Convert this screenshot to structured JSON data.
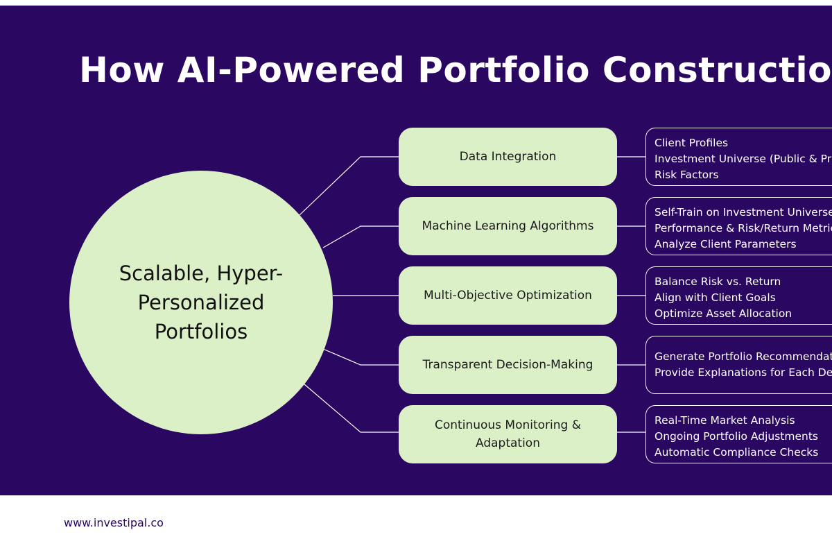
{
  "title": "How AI-Powered Portfolio Construction Works",
  "hub": {
    "label": "Scalable, Hyper-Personalized Portfolios"
  },
  "stages": [
    {
      "label": "Data Integration",
      "details": [
        "Client Profiles",
        "Investment Universe (Public & Private)",
        "Risk Factors"
      ]
    },
    {
      "label": "Machine Learning Algorithms",
      "details": [
        "Self-Train on Investment Universe",
        "Performance & Risk/Return Metrics",
        "Analyze Client Parameters"
      ]
    },
    {
      "label": "Multi-Objective Optimization",
      "details": [
        "Balance Risk vs. Return",
        "Align with Client Goals",
        "Optimize Asset Allocation"
      ]
    },
    {
      "label": "Transparent Decision-Making",
      "details": [
        "Generate Portfolio Recommendations",
        "Provide Explanations for Each Decision"
      ]
    },
    {
      "label": "Continuous Monitoring & Adaptation",
      "details": [
        "Real-Time Market Analysis",
        "Ongoing Portfolio Adjustments",
        "Automatic Compliance Checks"
      ]
    }
  ],
  "footer": {
    "url": "www.investipal.co"
  },
  "colors": {
    "background": "#2a0760",
    "node_fill": "#dcf0c8",
    "text_light": "#ffffff"
  }
}
